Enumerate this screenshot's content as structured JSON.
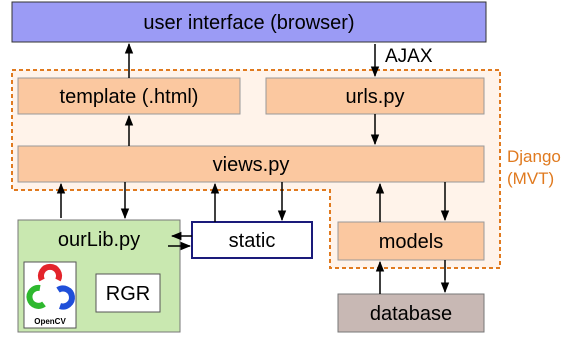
{
  "diagram": {
    "browser_label": "user interface (browser)",
    "ajax_label": "AJAX",
    "template_label": "template (.html)",
    "urls_label": "urls.py",
    "views_label": "views.py",
    "django_label_line1": "Django",
    "django_label_line2": "(MVT)",
    "ourlib_label": "ourLib.py",
    "static_label": "static",
    "models_label": "models",
    "rgr_label": "RGR",
    "opencv_label": "OpenCV",
    "database_label": "database"
  },
  "colors": {
    "browser_fill": "#9b9bf5",
    "component_fill": "#fbc8a0",
    "django_region_fill": "#fff3ea",
    "django_border": "#e07a1f",
    "ourlib_fill": "#c9e8b0",
    "database_fill": "#c8b8b4",
    "static_border": "#1a1a7a"
  }
}
